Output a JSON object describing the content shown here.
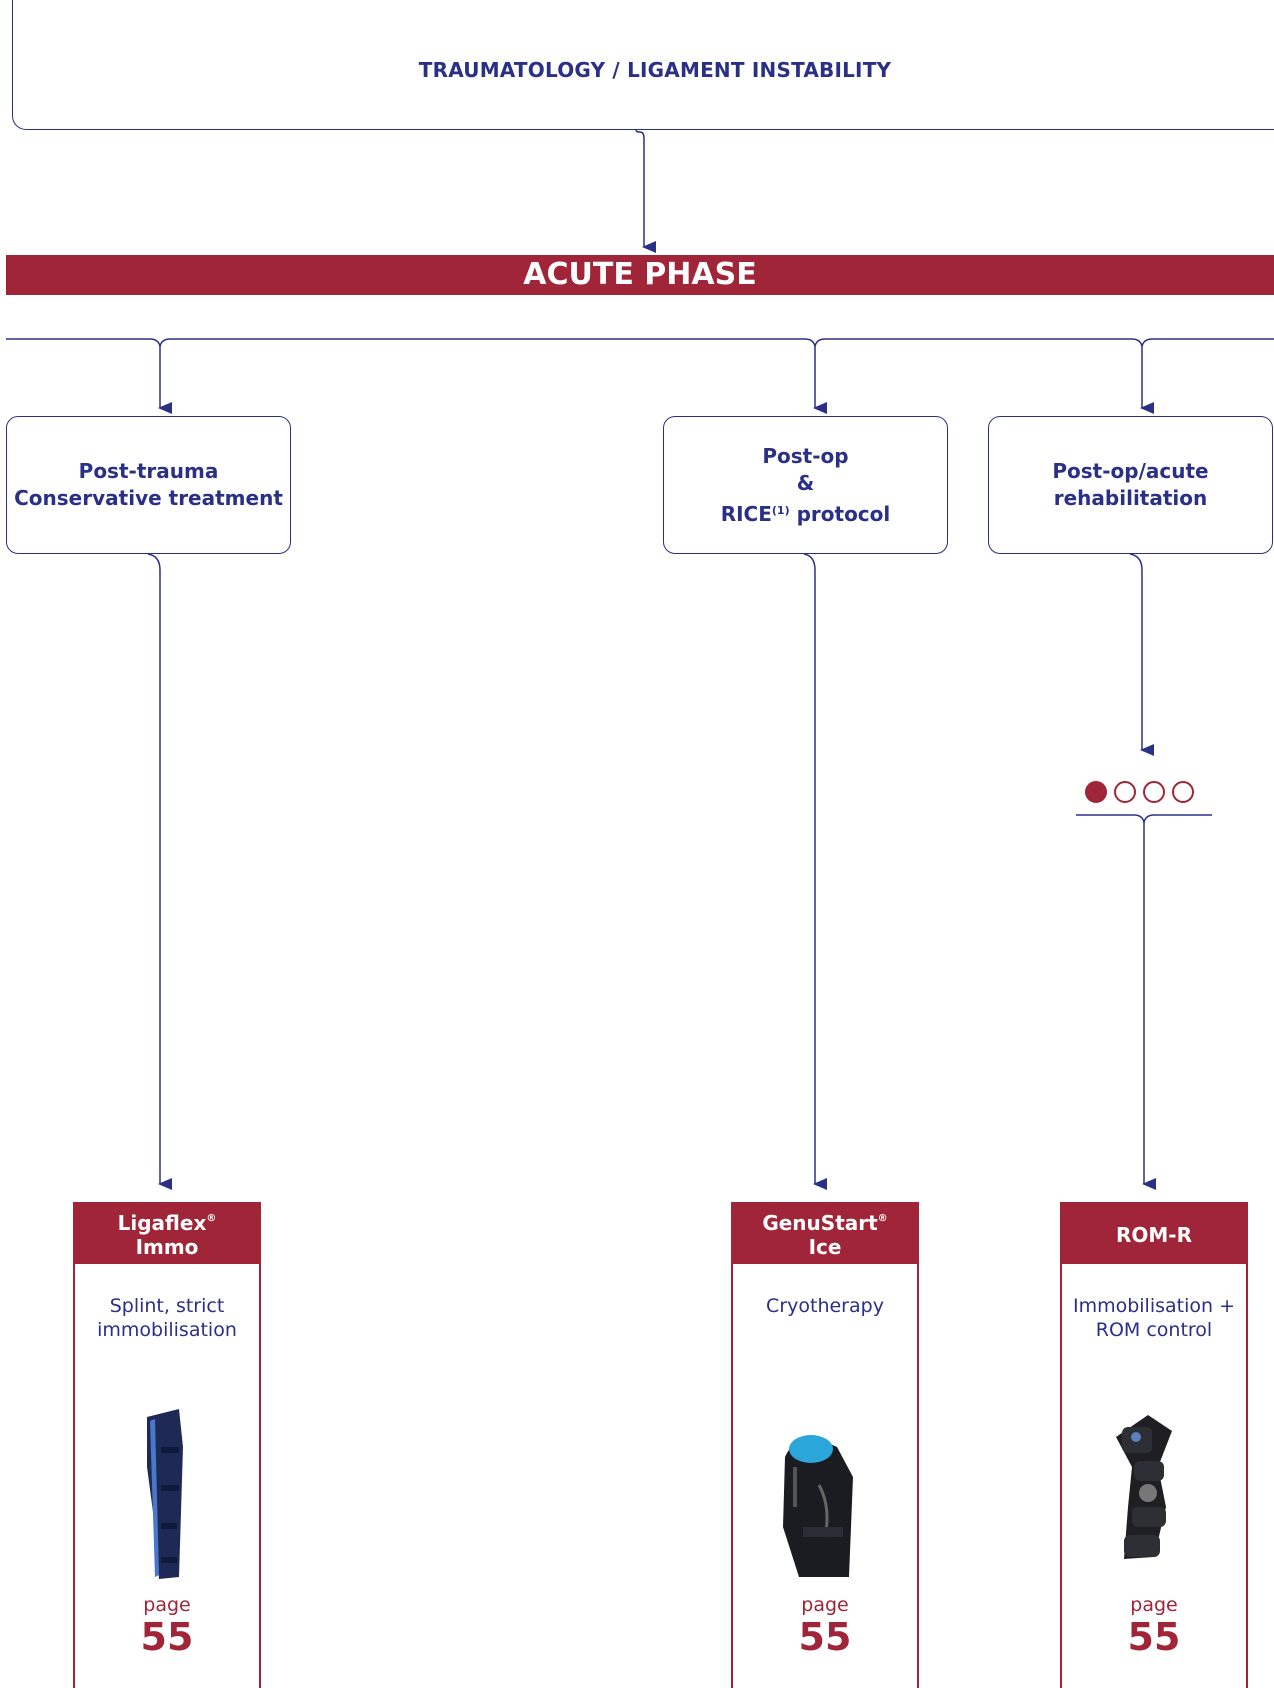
{
  "colors": {
    "navy": "#2b3087",
    "crimson": "#a02539"
  },
  "header": {
    "title": "TRAUMATOLOGY / LIGAMENT INSTABILITY"
  },
  "phase": {
    "title": "ACUTE PHASE"
  },
  "branches": [
    {
      "label": "Post-trauma\nConservative treatment"
    },
    {
      "line1": "Post-op",
      "line2": "&",
      "line3_main": "RICE",
      "line3_sup": "(1)",
      "line3_rest": " protocol"
    },
    {
      "label": "Post-op/acute\nrehabilitation"
    }
  ],
  "rating": {
    "filled": 1,
    "total": 4
  },
  "products": [
    {
      "name": "Ligaflex",
      "mark": "®",
      "name2": "Immo",
      "description": "Splint, strict\nimmobilisation",
      "image_icon": "knee-splint-icon",
      "page_label": "page",
      "page_number": "55"
    },
    {
      "name": "GenuStart",
      "mark": "®",
      "name2": "Ice",
      "description": "Cryotherapy",
      "image_icon": "cryo-brace-icon",
      "page_label": "page",
      "page_number": "55"
    },
    {
      "name": "ROM-R",
      "mark": "",
      "name2": "",
      "description": "Immobilisation +\nROM control",
      "image_icon": "hinged-brace-icon",
      "page_label": "page",
      "page_number": "55"
    }
  ]
}
